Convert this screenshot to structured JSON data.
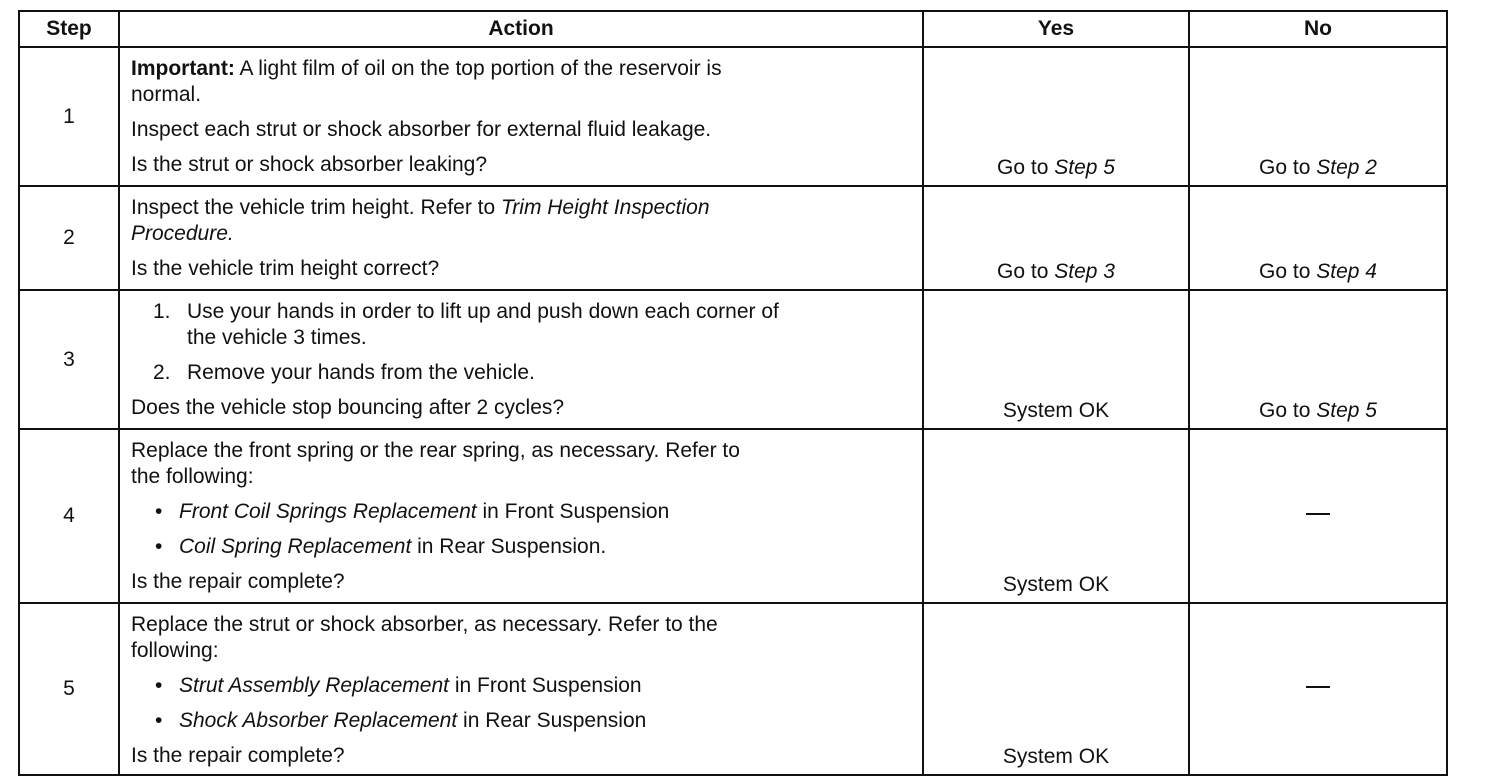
{
  "headers": {
    "step": "Step",
    "action": "Action",
    "yes": "Yes",
    "no": "No"
  },
  "rows": [
    {
      "step": "1",
      "important_label": "Important:",
      "important_text_1": "A light film of oil on the top portion of the reservoir is",
      "important_text_2": "normal.",
      "inspect": "Inspect each strut or shock absorber for external fluid leakage.",
      "question": "Is the strut or shock absorber leaking?",
      "yes_prefix": "Go to ",
      "yes_ref": "Step 5",
      "no_prefix": "Go to ",
      "no_ref": "Step 2"
    },
    {
      "step": "2",
      "text_1": "Inspect the vehicle trim height. Refer to ",
      "ref_1": "Trim Height Inspection",
      "ref_2": "Procedure.",
      "question": "Is the vehicle trim height correct?",
      "yes_prefix": "Go to ",
      "yes_ref": "Step 3",
      "no_prefix": "Go to ",
      "no_ref": "Step 4"
    },
    {
      "step": "3",
      "item1_num": "1.",
      "item1_text_1": "Use your hands in order to lift up and push down each corner of",
      "item1_text_2": "the vehicle 3 times.",
      "item2_num": "2.",
      "item2_text": "Remove your hands from the vehicle.",
      "question": "Does the vehicle stop bouncing after 2 cycles?",
      "yes": "System OK",
      "no_prefix": "Go to ",
      "no_ref": "Step 5"
    },
    {
      "step": "4",
      "text_1": "Replace the front spring or the rear spring, as necessary. Refer to",
      "text_2": "the following:",
      "bullet1_ref": "Front Coil Springs Replacement",
      "bullet1_text": " in Front Suspension",
      "bullet2_ref": "Coil Spring Replacement",
      "bullet2_text": " in Rear Suspension.",
      "question": "Is the repair complete?",
      "yes": "System OK"
    },
    {
      "step": "5",
      "text_1": "Replace the strut or shock absorber, as necessary. Refer to the",
      "text_2": "following:",
      "bullet1_ref": "Strut Assembly Replacement",
      "bullet1_text": " in Front Suspension",
      "bullet2_ref": "Shock Absorber Replacement",
      "bullet2_text": " in Rear Suspension",
      "question": "Is the repair complete?",
      "yes": "System OK"
    }
  ],
  "bullet_char": "•"
}
